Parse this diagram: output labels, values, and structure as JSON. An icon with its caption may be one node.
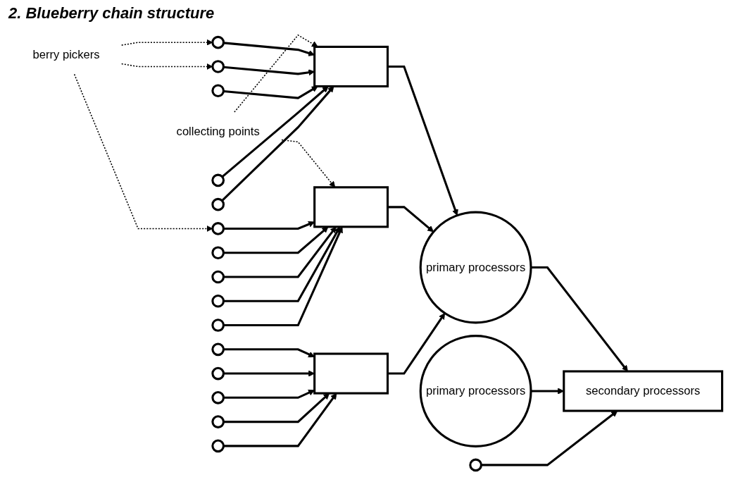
{
  "diagram": {
    "title": "2. Blueberry chain structure",
    "nodes": [
      {
        "text": [
          "berry pickers"
        ]
      },
      {
        "text": [],
        "shape": "circle"
      },
      {
        "text": [],
        "shape": "circle"
      },
      {
        "text": [],
        "shape": "circle"
      },
      {
        "text": [],
        "shape": "circle"
      },
      {
        "text": [],
        "shape": "circle"
      },
      {
        "text": [],
        "shape": "circle"
      },
      {
        "text": [],
        "shape": "circle"
      },
      {
        "text": [],
        "shape": "circle"
      },
      {
        "text": [],
        "shape": "circle"
      },
      {
        "text": [],
        "shape": "circle"
      },
      {
        "text": [
          "collecting points"
        ]
      },
      {
        "text": [],
        "shape": "box"
      },
      {
        "text": [],
        "shape": "box"
      },
      {
        "text": [
          "primary processors"
        ]
      },
      {
        "text": [],
        "shape": "circle"
      },
      {
        "text": [
          "secondary processors"
        ]
      },
      {
        "text": [
          "primary processors"
        ]
      },
      {
        "text": [],
        "shape": "box"
      },
      {
        "text": [],
        "shape": "circle"
      },
      {
        "text": [],
        "shape": "circle"
      },
      {
        "text": [],
        "shape": "circle"
      },
      {
        "text": [],
        "shape": "circle"
      },
      {
        "text": [],
        "shape": "circle"
      }
    ],
    "edges": [
      {
        "from": 0,
        "to": 1,
        "arrow": "to",
        "style": "dashed"
      },
      {
        "from": 0,
        "to": 2,
        "arrow": "to",
        "style": "dashed"
      },
      {
        "from": 0,
        "to": 3,
        "arrow": "to",
        "style": "dashed"
      },
      {
        "from": 11,
        "to": 12,
        "arrow": "to",
        "style": "dashed"
      },
      {
        "from": 11,
        "to": 13,
        "arrow": "to",
        "style": "dashed"
      },
      {
        "from": 1,
        "to": 12,
        "arrow": "to"
      },
      {
        "from": 2,
        "to": 12,
        "arrow": "to"
      },
      {
        "from": 8,
        "to": 12,
        "arrow": "to"
      },
      {
        "from": 9,
        "to": 12,
        "arrow": "to"
      },
      {
        "from": 10,
        "to": 12,
        "arrow": "to"
      },
      {
        "from": 3,
        "to": 13,
        "arrow": "to"
      },
      {
        "from": 4,
        "to": 13,
        "arrow": "to"
      },
      {
        "from": 5,
        "to": 13,
        "arrow": "to"
      },
      {
        "from": 6,
        "to": 13,
        "arrow": "to"
      },
      {
        "from": 7,
        "to": 13,
        "arrow": "to"
      },
      {
        "from": 19,
        "to": 18,
        "arrow": "to"
      },
      {
        "from": 20,
        "to": 18,
        "arrow": "to"
      },
      {
        "from": 21,
        "to": 18,
        "arrow": "to"
      },
      {
        "from": 22,
        "to": 18,
        "arrow": "to"
      },
      {
        "from": 23,
        "to": 18,
        "arrow": "to"
      },
      {
        "from": 12,
        "to": 17,
        "arrow": "to"
      },
      {
        "from": 13,
        "to": 17,
        "arrow": "to"
      },
      {
        "from": 18,
        "to": 17,
        "arrow": "to"
      },
      {
        "from": 17,
        "to": 16,
        "arrow": "to"
      },
      {
        "from": 14,
        "to": 16,
        "arrow": "to"
      },
      {
        "from": 15,
        "to": 16,
        "arrow": "to"
      }
    ]
  }
}
